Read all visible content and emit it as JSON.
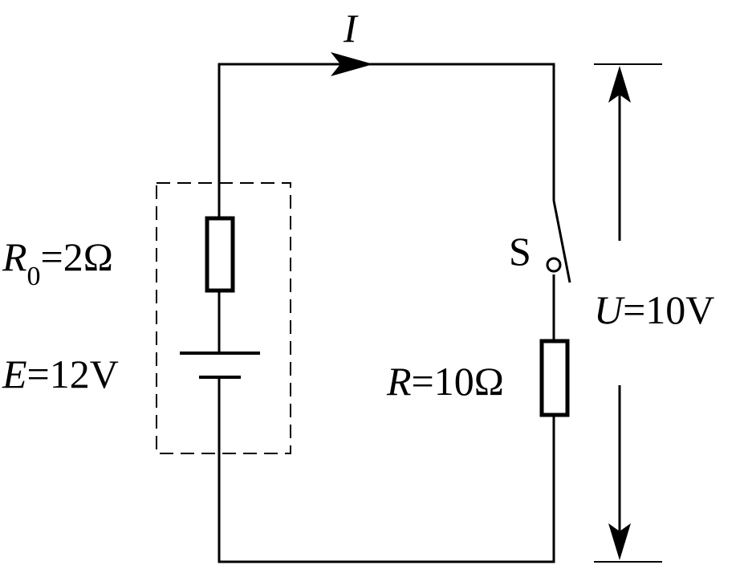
{
  "labels": {
    "current": "I",
    "r0_symbol": "R",
    "r0_sub": "0",
    "r0_value": "=2Ω",
    "e_symbol": "E",
    "e_value": "=12V",
    "switch": "S",
    "r_symbol": "R",
    "r_value": "=10Ω",
    "u_symbol": "U",
    "u_value": "=10V"
  },
  "colors": {
    "stroke": "#000000",
    "background": "#ffffff"
  }
}
